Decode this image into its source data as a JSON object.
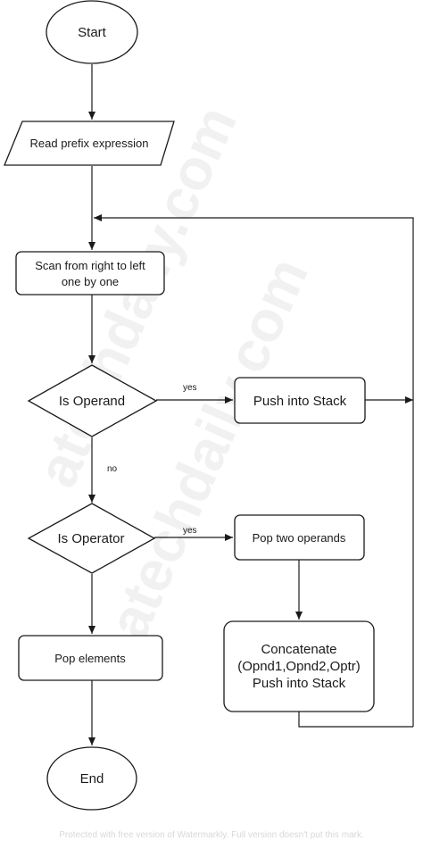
{
  "nodes": {
    "start": "Start",
    "read": "Read prefix expression",
    "scan": [
      "Scan from right to left",
      "one by one"
    ],
    "is_operand": "Is Operand",
    "push": "Push into Stack",
    "is_operator": "Is Operator",
    "pop_two": "Pop two operands",
    "concat": [
      "Concatenate",
      "(Opnd1,Opnd2,Optr)",
      "Push into Stack"
    ],
    "pop_elements": "Pop elements",
    "end": "End"
  },
  "edge_labels": {
    "operand_yes": "yes",
    "operand_no": "no",
    "operator_yes": "yes"
  },
  "watermark": {
    "upper": "atechdaily.com",
    "lower": "atechdaily.com"
  },
  "footer": "Protected with free version of Watermarkly. Full version doesn't put this mark."
}
